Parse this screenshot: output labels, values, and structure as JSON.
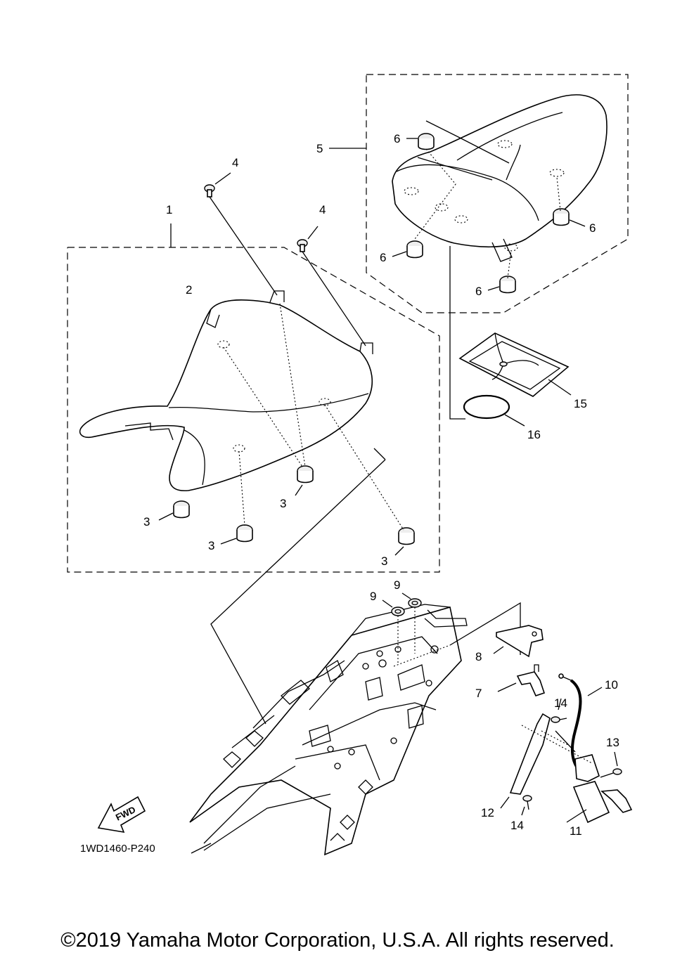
{
  "diagram": {
    "code": "1WD1460-P240",
    "fwd_label": "FWD",
    "callouts": {
      "c1": "1",
      "c2": "2",
      "c3a": "3",
      "c3b": "3",
      "c3c": "3",
      "c3d": "3",
      "c4a": "4",
      "c4b": "4",
      "c5": "5",
      "c6a": "6",
      "c6b": "6",
      "c6c": "6",
      "c6d": "6",
      "c7": "7",
      "c8": "8",
      "c9a": "9",
      "c9b": "9",
      "c10": "10",
      "c11": "11",
      "c12": "12",
      "c13": "13",
      "c14a": "14",
      "c14b": "14",
      "c15": "15",
      "c16": "16"
    }
  },
  "footer": {
    "copyright": "©2019 Yamaha Motor Corporation, U.S.A. All rights reserved."
  }
}
